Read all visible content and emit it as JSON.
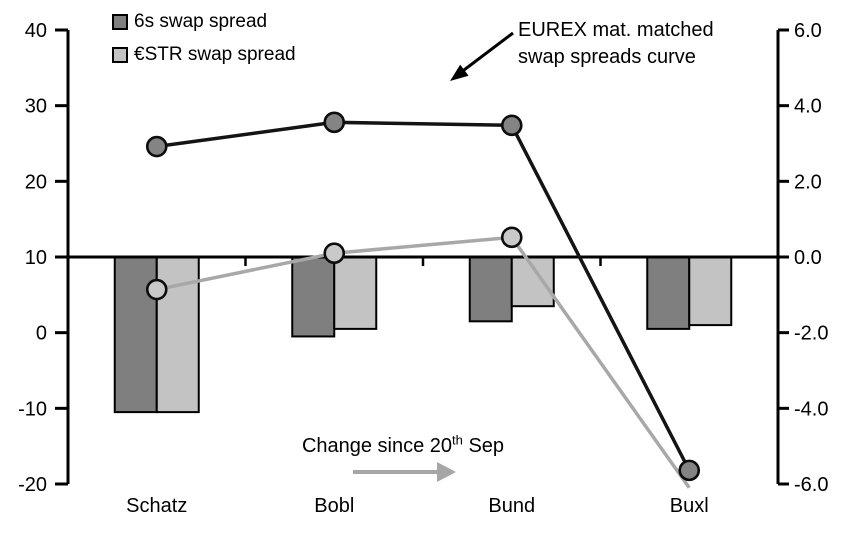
{
  "chart_data": {
    "type": "combo",
    "categories": [
      "Schatz",
      "Bobl",
      "Bund",
      "Buxl"
    ],
    "axes": {
      "left": {
        "min": -20,
        "max": 40,
        "tick_labels": [
          "40",
          "30",
          "20",
          "10",
          "0",
          "-10",
          "-20"
        ],
        "zero_line_value": 10
      },
      "right": {
        "min": -6,
        "max": 6,
        "tick_labels": [
          "6.0",
          "4.0",
          "2.0",
          "0.0",
          "-2.0",
          "-4.0",
          "-6.0"
        ],
        "zero_line_value": 0
      }
    },
    "grid": "off",
    "legend": {
      "position": "top-left",
      "items": [
        {
          "label": "6s swap spread",
          "swatch": "#7f7f7f"
        },
        {
          "label": "€STR swap spread",
          "swatch": "#c3c3c3"
        }
      ]
    },
    "series": [
      {
        "name": "6s swap spread level (EUREX mat. matched curve)",
        "type": "line",
        "axis": "left",
        "color": "#141414",
        "marker_fill": "#848484",
        "values": [
          24.6,
          27.8,
          27.4,
          -18.2
        ],
        "markers": [
          true,
          true,
          true,
          true
        ]
      },
      {
        "name": "€STR swap spread level (EUREX mat. matched curve)",
        "type": "line",
        "axis": "left",
        "color": "#a8a8a8",
        "marker_fill": "#c9c9c9",
        "values": [
          5.7,
          10.5,
          12.6,
          -20.5
        ],
        "markers": [
          true,
          true,
          true,
          false
        ]
      },
      {
        "name": "6s swap spread change since 20th Sep",
        "type": "bar",
        "axis": "right",
        "color": "#7f7f7f",
        "values": [
          -4.1,
          -2.1,
          -1.7,
          -1.9
        ]
      },
      {
        "name": "€STR swap spread change since 20th Sep",
        "type": "bar",
        "axis": "right",
        "color": "#c3c3c3",
        "values": [
          -4.1,
          -1.9,
          -1.3,
          -1.8
        ]
      }
    ],
    "annotations": {
      "curve": {
        "line1": "EUREX mat. matched",
        "line2": "swap spreads curve"
      },
      "change": {
        "prefix": "Change since 20",
        "sup": "th",
        "suffix": " Sep"
      }
    }
  }
}
